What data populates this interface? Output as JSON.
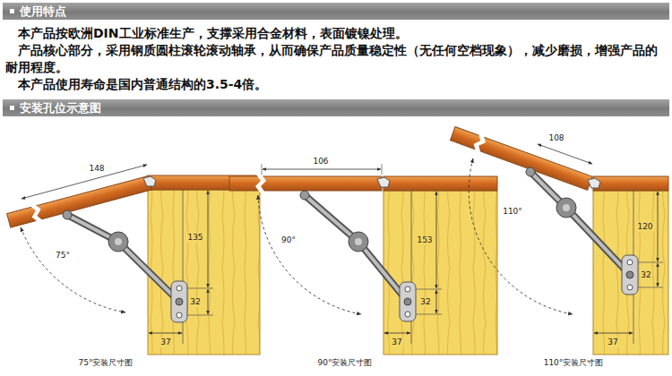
{
  "diagram": {
    "nodes": [
      {
        "text": [
          "使用特点"
        ]
      },
      {
        "text": [
          "安装孔位示意图"
        ]
      }
    ],
    "labels": [
      "本产品按欧洲DIN工业标准生产，支撑采用合金材料，表面镀镍处理。",
      "产品核心部分，采用钢质圆柱滚轮滚动轴承，从而确保产品质量稳定性（无任何空档现象），减少磨损，增强产品的耐用程度。",
      "本产品使用寿命是国内普通结构的3.5-4倍。",
      "148",
      "75°",
      "135",
      "32",
      "37",
      "75°安装尺寸图",
      "106",
      "90°",
      "153",
      "32",
      "37",
      "90°安装尺寸图",
      "108",
      "110°",
      "120",
      "32",
      "37",
      "110°安装尺寸图"
    ]
  }
}
